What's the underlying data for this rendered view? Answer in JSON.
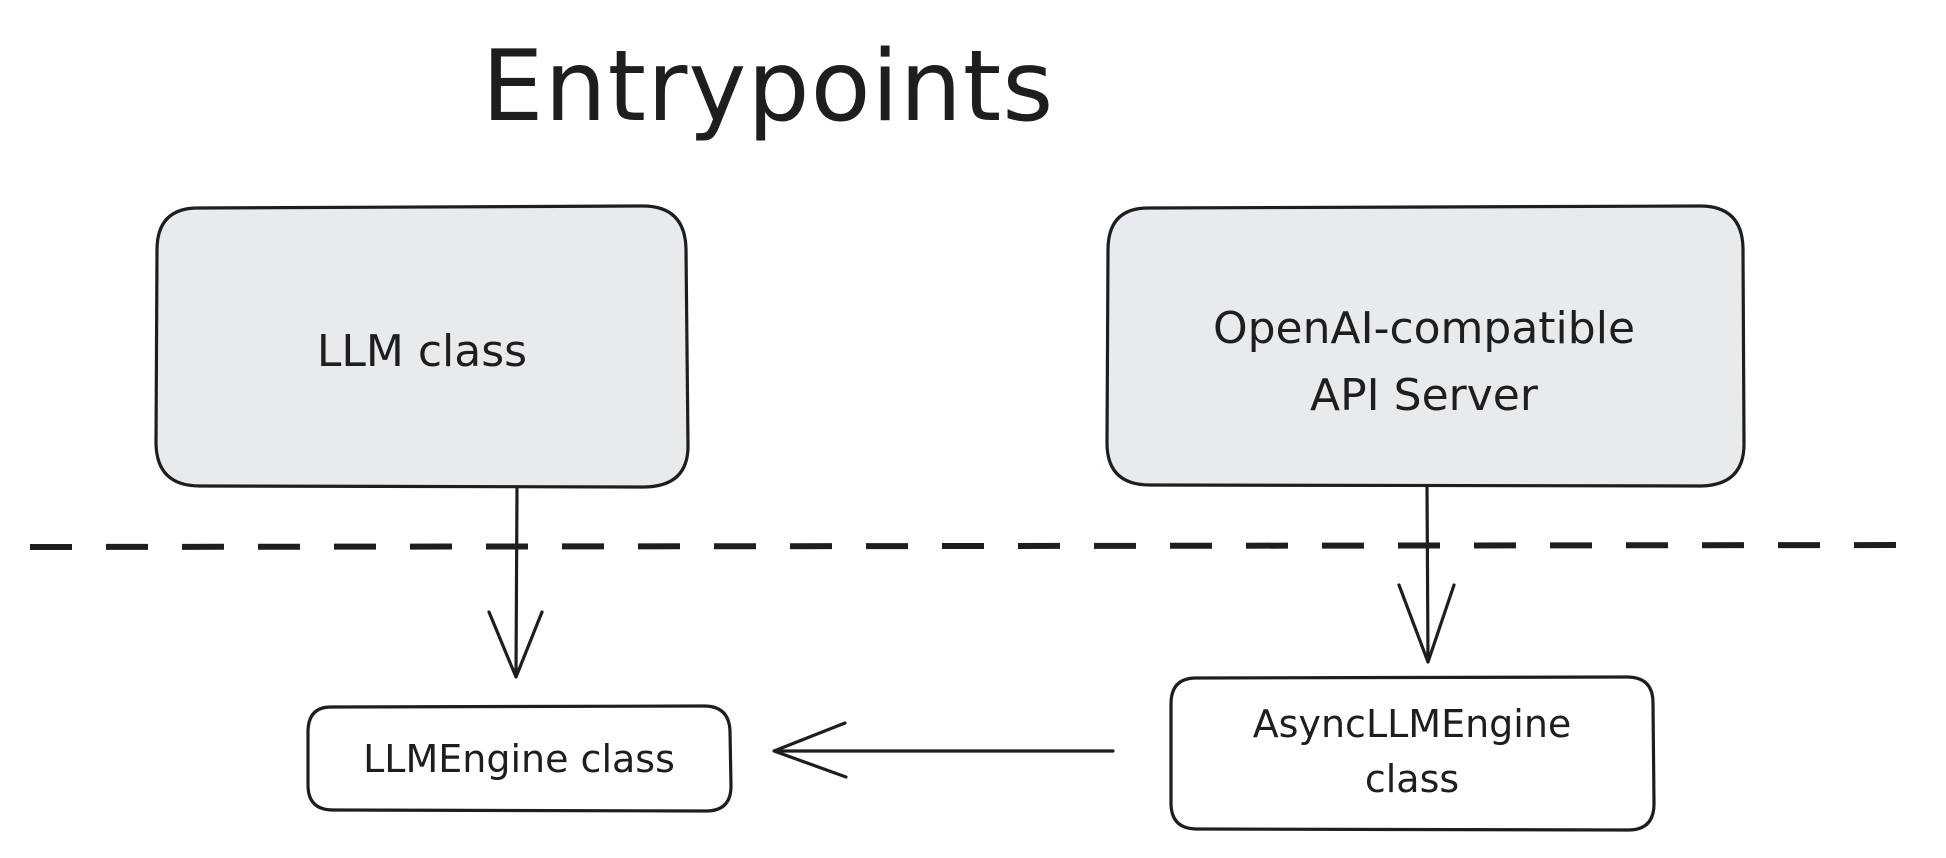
{
  "diagram": {
    "title": "Entrypoints",
    "background_color": "#ffffff",
    "stroke_color": "#1e1e1e",
    "entrypoint_fill": "#e8ebed",
    "engine_fill": "#ffffff",
    "nodes": [
      {
        "id": "llm-class",
        "label": "LLM class",
        "lines": [
          "LLM class"
        ],
        "layer": "entrypoints",
        "fill": "#e8ebed"
      },
      {
        "id": "openai-api-server",
        "label": "OpenAI-compatible API Server",
        "lines": [
          "OpenAI-compatible",
          "API Server"
        ],
        "layer": "entrypoints",
        "fill": "#e8ebed"
      },
      {
        "id": "llmengine-class",
        "label": "LLMEngine class",
        "lines": [
          "LLMEngine class"
        ],
        "layer": "engines",
        "fill": "#ffffff"
      },
      {
        "id": "asyncllmengine-class",
        "label": "AsyncLLMEngine class",
        "lines": [
          "AsyncLLMEngine",
          "class"
        ],
        "layer": "engines",
        "fill": "#ffffff"
      }
    ],
    "edges": [
      {
        "id": "edge-llm-to-llmengine",
        "from": "llm-class",
        "to": "llmengine-class",
        "direction": "down",
        "style": "solid-arrow"
      },
      {
        "id": "edge-api-to-asyncengine",
        "from": "openai-api-server",
        "to": "asyncllmengine-class",
        "direction": "down",
        "style": "solid-arrow"
      },
      {
        "id": "edge-asyncengine-to-llmengine",
        "from": "asyncllmengine-class",
        "to": "llmengine-class",
        "direction": "left",
        "style": "solid-arrow"
      }
    ],
    "separator": {
      "id": "layer-divider",
      "style": "dashed",
      "orientation": "horizontal"
    }
  }
}
